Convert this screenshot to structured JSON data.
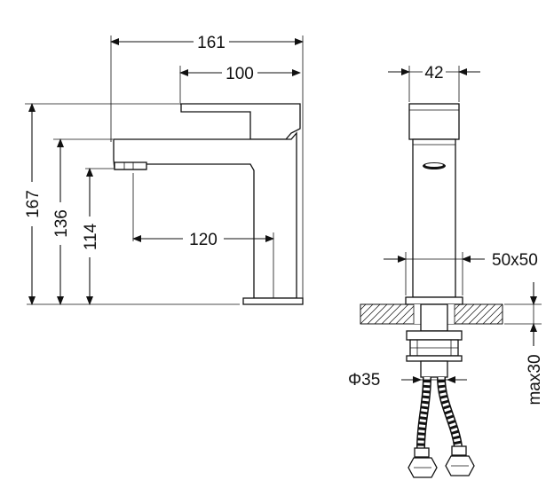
{
  "side_view": {
    "dim_total_length": "161",
    "dim_spout_top": "100",
    "dim_height_total": "167",
    "dim_height_spout": "136",
    "dim_height_outlet": "114",
    "dim_reach": "120"
  },
  "front_view": {
    "dim_width": "42",
    "dim_base": "50x50",
    "dim_shank_diameter": "Φ35",
    "dim_max_deck": "max30"
  },
  "colors": {
    "line": "#111111",
    "background": "#ffffff"
  }
}
